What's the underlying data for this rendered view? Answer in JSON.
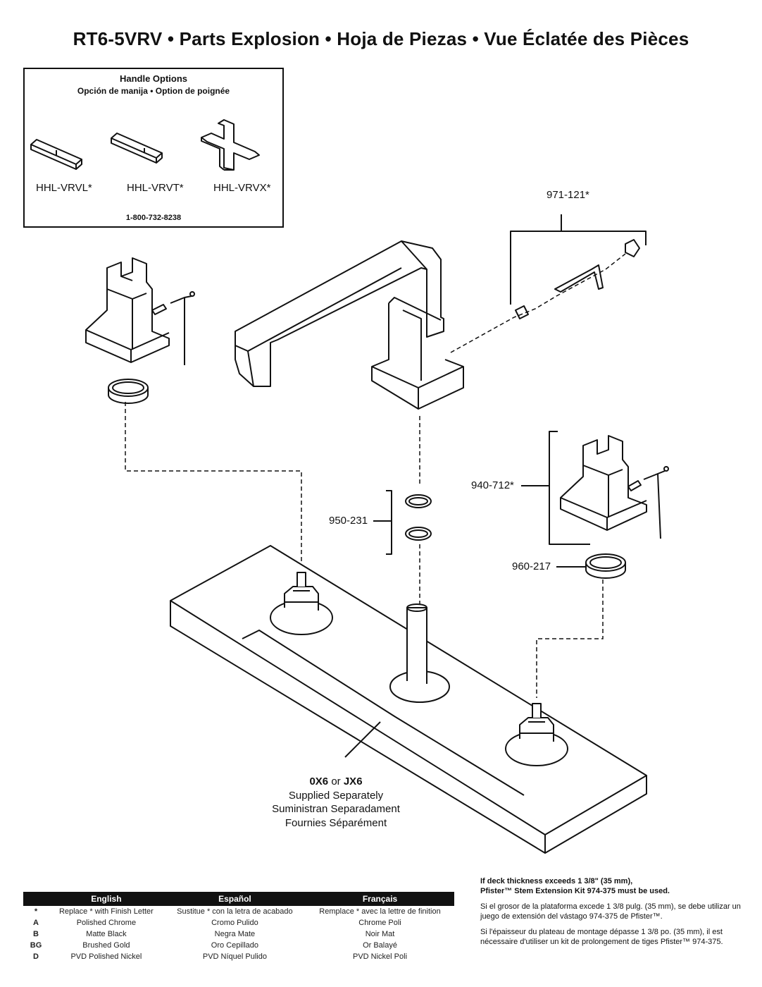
{
  "title": "RT6-5VRV • Parts Explosion • Hoja de Piezas • Vue Éclatée des Pièces",
  "handle_options": {
    "heading": "Handle Options",
    "subheading": "Opción de manija • Option de poignée",
    "options": [
      "HHL-VRVL*",
      "HHL-VRVT*",
      "HHL-VRVX*"
    ],
    "phone": "1-800-732-8238"
  },
  "callouts": {
    "kit": "971-121*",
    "handle_assembly": "940-712*",
    "o_rings": "950-231",
    "adapter": "960-217"
  },
  "supplied": {
    "model_a": "0X6",
    "or_word": "or",
    "model_b": "JX6",
    "en": "Supplied Separately",
    "es": "Suministran Separadament",
    "fr": "Fournies Séparément"
  },
  "finish_table": {
    "headers": [
      "English",
      "Español",
      "Français"
    ],
    "rows": [
      {
        "code": "*",
        "en": "Replace * with Finish Letter",
        "es": "Sustitue * con la letra de acabado",
        "fr": "Remplace * avec la lettre de finition"
      },
      {
        "code": "A",
        "en": "Polished Chrome",
        "es": "Cromo Pulido",
        "fr": "Chrome Poli"
      },
      {
        "code": "B",
        "en": "Matte Black",
        "es": "Negra Mate",
        "fr": "Noir Mat"
      },
      {
        "code": "BG",
        "en": "Brushed Gold",
        "es": "Oro Cepillado",
        "fr": "Or Balayé"
      },
      {
        "code": "D",
        "en": "PVD Polished Nickel",
        "es": "PVD Níquel Pulido",
        "fr": "PVD Nickel Poli"
      }
    ]
  },
  "notes": {
    "en_line1": "If deck thickness exceeds 1 3/8\" (35 mm),",
    "en_line2": "Pfister™ Stem Extension Kit 974-375 must be used.",
    "es": "Si el grosor de la plataforma excede 1 3/8 pulg. (35 mm), se debe utilizar un juego de extensión del vástago 974-375 de Pfister™.",
    "fr": "Si l'épaisseur du plateau de montage dépasse 1 3/8 po. (35 mm), il est nécessaire d'utiliser un kit de prolongement de tiges Pfister™ 974-375."
  }
}
